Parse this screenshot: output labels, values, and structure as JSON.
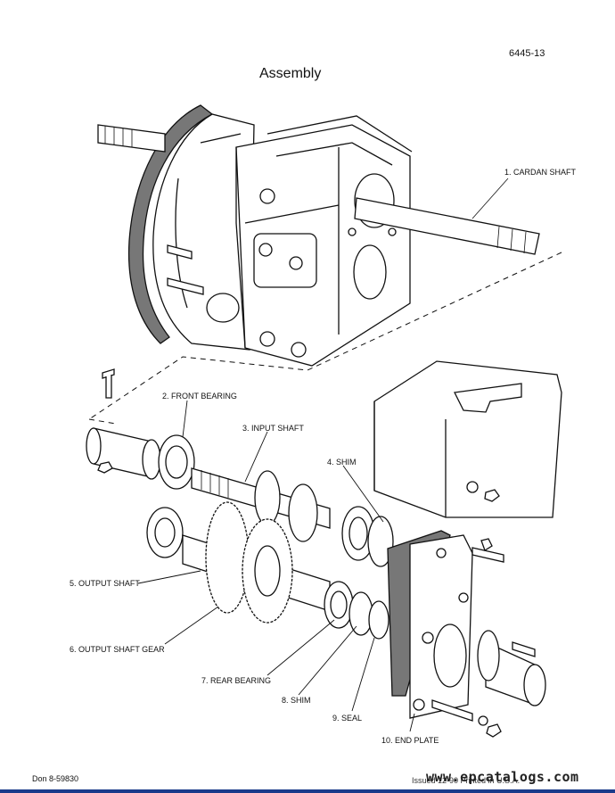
{
  "header": {
    "page_number": "6445-13",
    "title": "Assembly"
  },
  "callouts": [
    {
      "id": "c1",
      "text": "1. CARDAN SHAFT"
    },
    {
      "id": "c2",
      "text": "2. FRONT BEARING"
    },
    {
      "id": "c3",
      "text": "3. INPUT SHAFT"
    },
    {
      "id": "c4",
      "text": "4. SHIM"
    },
    {
      "id": "c5",
      "text": "5. OUTPUT SHAFT"
    },
    {
      "id": "c6",
      "text": "6. OUTPUT SHAFT GEAR"
    },
    {
      "id": "c7",
      "text": "7. REAR BEARING"
    },
    {
      "id": "c8",
      "text": "8. SHIM"
    },
    {
      "id": "c9",
      "text": "9. SEAL"
    },
    {
      "id": "c10",
      "text": "10. END PLATE"
    }
  ],
  "footer": {
    "doc_id": "Don 8-59830",
    "issue": "Issued 12-90    Printed in U.S.A.",
    "watermark": "www.epcatalogs.com"
  }
}
